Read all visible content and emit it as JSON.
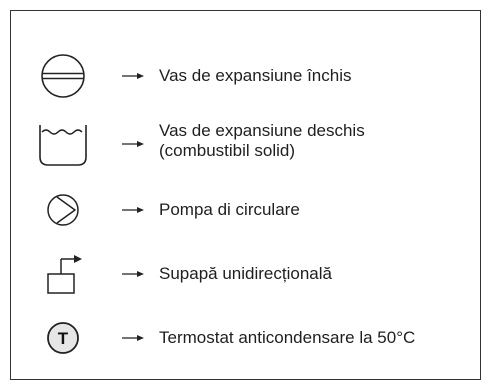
{
  "legend": {
    "items": [
      {
        "icon": "closed-expansion-vessel-icon",
        "lines": [
          "Vas de expansiune închis"
        ]
      },
      {
        "icon": "open-expansion-vessel-icon",
        "lines": [
          "Vas de expansiune deschis",
          "(combustibil solid)"
        ]
      },
      {
        "icon": "circulation-pump-icon",
        "lines": [
          "Pompa di circulare"
        ]
      },
      {
        "icon": "one-way-valve-icon",
        "lines": [
          "Supapă unidirecțională"
        ]
      },
      {
        "icon": "thermostat-icon",
        "lines": [
          "Termostat anticondensare la 50°C"
        ],
        "icon_letter": "T"
      }
    ]
  }
}
